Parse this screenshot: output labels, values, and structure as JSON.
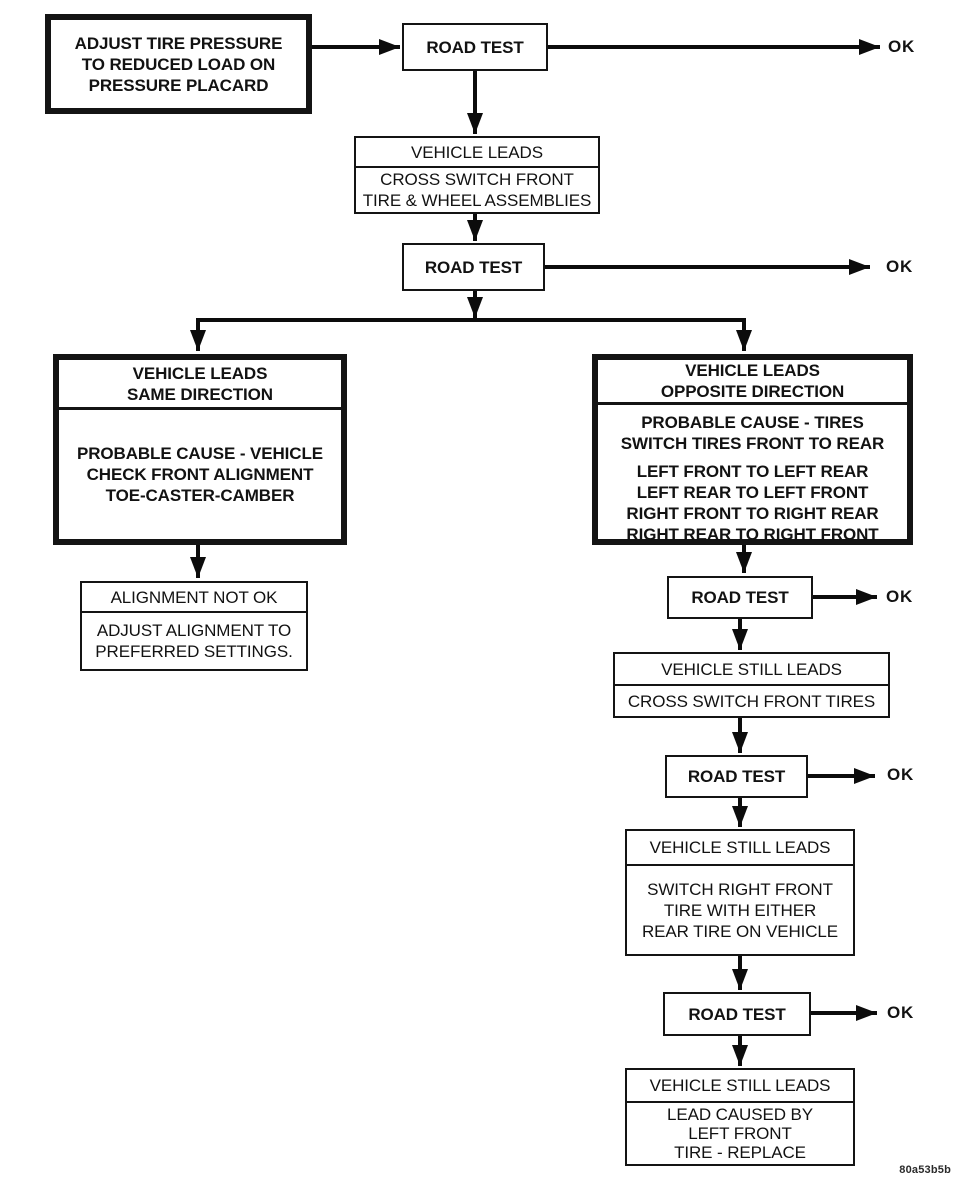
{
  "labels": {
    "road_test": "ROAD TEST",
    "ok": "OK"
  },
  "nodes": {
    "start": {
      "text": "ADJUST TIRE PRESSURE\nTO REDUCED LOAD ON\nPRESSURE PLACARD"
    },
    "vehicle_leads": {
      "status": "VEHICLE LEADS",
      "action": "CROSS SWITCH FRONT\nTIRE & WHEEL ASSEMBLIES"
    },
    "same_direction": {
      "header": "VEHICLE LEADS\nSAME DIRECTION",
      "body": "PROBABLE CAUSE - VEHICLE\nCHECK FRONT ALIGNMENT\nTOE-CASTER-CAMBER"
    },
    "opposite_direction": {
      "header": "VEHICLE LEADS\nOPPOSITE DIRECTION",
      "cause": "PROBABLE CAUSE - TIRES\nSWITCH TIRES FRONT TO REAR",
      "pattern": "LEFT FRONT TO LEFT REAR\nLEFT REAR TO LEFT FRONT\nRIGHT FRONT TO RIGHT REAR\nRIGHT REAR TO RIGHT FRONT"
    },
    "alignment_not_ok": {
      "status": "ALIGNMENT NOT OK",
      "action": "ADJUST ALIGNMENT TO\nPREFERRED SETTINGS."
    },
    "still_leads_1": {
      "status": "VEHICLE STILL LEADS",
      "action": "CROSS SWITCH FRONT TIRES"
    },
    "still_leads_2": {
      "status": "VEHICLE STILL LEADS",
      "action": "SWITCH RIGHT FRONT\nTIRE WITH EITHER\nREAR TIRE ON VEHICLE"
    },
    "still_leads_3": {
      "status": "VEHICLE STILL LEADS",
      "action": "LEAD CAUSED BY\nLEFT FRONT\nTIRE - REPLACE"
    }
  },
  "figure": {
    "code": "80a53b5b"
  },
  "colors": {
    "line": "#0c0c0c",
    "background": "#ffffff"
  }
}
